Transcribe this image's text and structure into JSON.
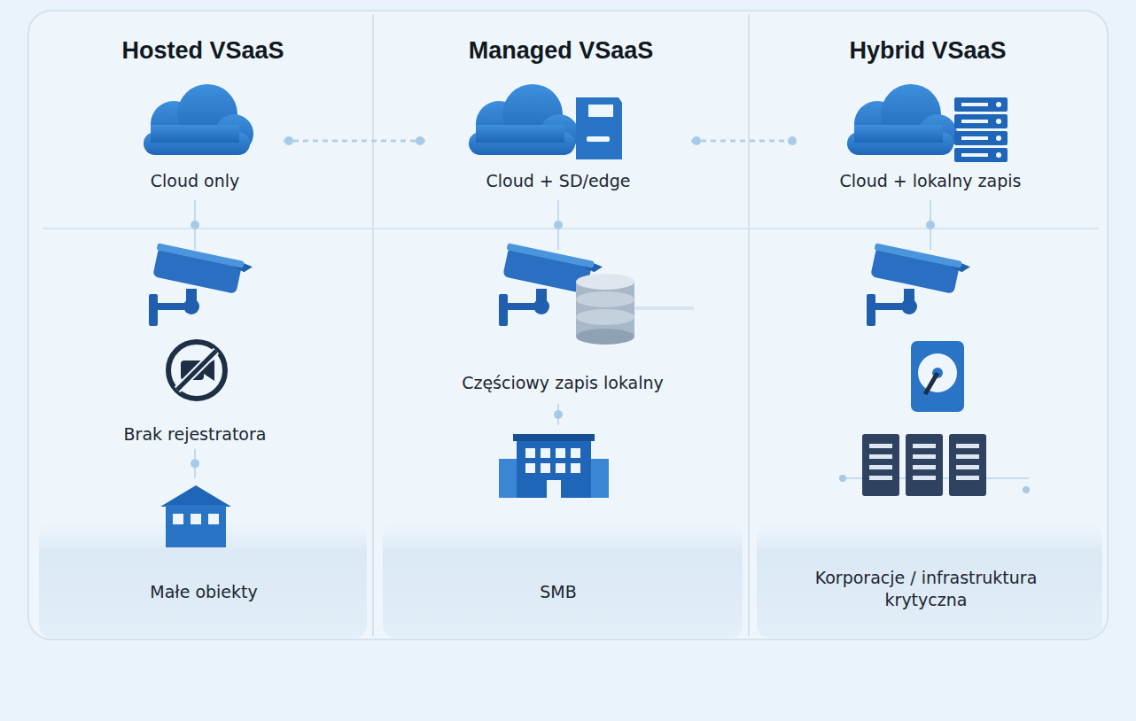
{
  "diagram": {
    "nodes": [
      {
        "text": [
          "Hosted VSaaS"
        ]
      },
      {
        "text": [
          "Cloud only"
        ],
        "in": 0
      },
      {
        "text": [
          "Brak rejestratora"
        ],
        "in": 0
      },
      {
        "text": [
          "Małe obiekty"
        ],
        "in": 0
      },
      {
        "text": [
          "Managed VSaaS"
        ]
      },
      {
        "text": [
          "Cloud + SD/edge"
        ],
        "in": 4
      },
      {
        "text": [
          "Częściowy zapis lokalny"
        ],
        "in": 4
      },
      {
        "text": [
          "SMB"
        ],
        "in": 4
      },
      {
        "text": [
          "Hybrid VSaaS"
        ]
      },
      {
        "text": [
          "Cloud + lokalny zapis"
        ],
        "in": 8
      },
      {
        "text": [
          "Korporacje / infrastruktura krytyczna"
        ],
        "in": 8
      }
    ],
    "edges": [
      {
        "from": 1,
        "to": 5,
        "arrow": "none"
      },
      {
        "from": 5,
        "to": 9,
        "arrow": "none"
      },
      {
        "from": 1,
        "to": 2,
        "arrow": "none"
      },
      {
        "from": 2,
        "to": 3,
        "arrow": "none"
      },
      {
        "from": 5,
        "to": 6,
        "arrow": "none"
      },
      {
        "from": 6,
        "to": 7,
        "arrow": "none"
      },
      {
        "from": 9,
        "to": 10,
        "arrow": "none"
      }
    ]
  }
}
